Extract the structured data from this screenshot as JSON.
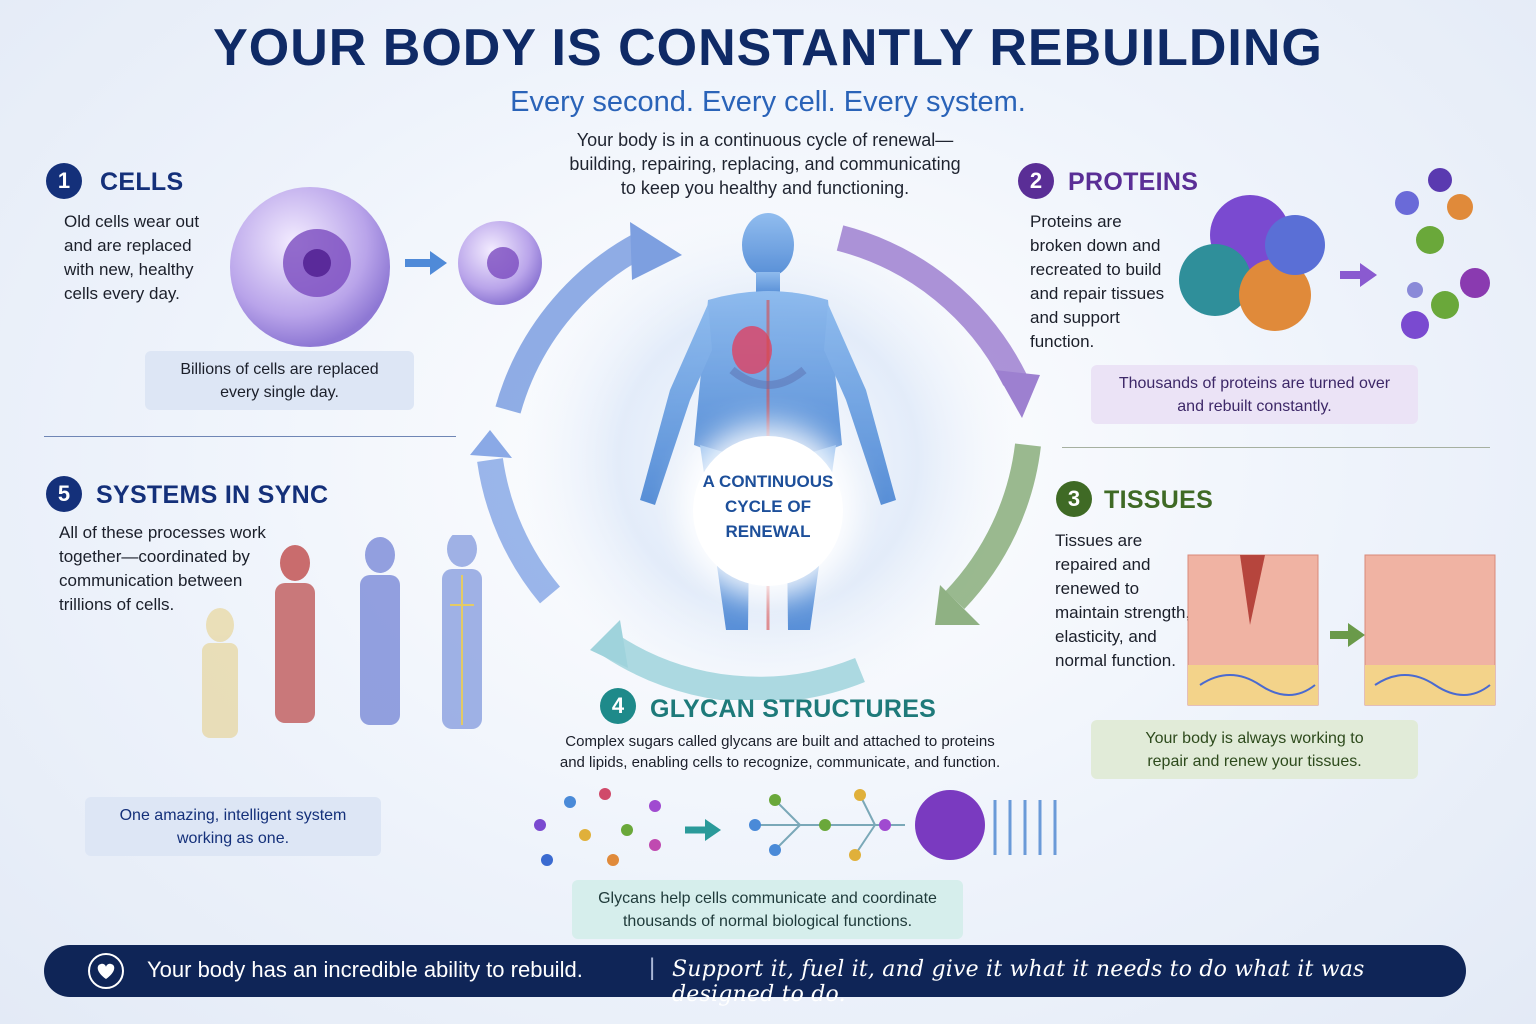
{
  "header": {
    "title": "YOUR BODY IS CONSTANTLY REBUILDING",
    "subtitle": "Every second. Every cell. Every system.",
    "intro": [
      "Your body is in a continuous cycle of renewal—",
      "building, repairing, replacing, and communicating",
      "to keep you healthy and functioning."
    ]
  },
  "center": {
    "lines": [
      "A CONTINUOUS",
      "CYCLE OF",
      "RENEWAL"
    ]
  },
  "sections": {
    "cells": {
      "number": "1",
      "title": "CELLS",
      "text": [
        "Old cells wear out",
        "and are replaced",
        "with new, healthy",
        "cells every day."
      ],
      "note": [
        "Billions of cells are replaced",
        "every single day."
      ]
    },
    "proteins": {
      "number": "2",
      "title": "PROTEINS",
      "text": [
        "Proteins are",
        "broken down and",
        "recreated to build",
        "and repair tissues",
        "and support",
        "function."
      ],
      "note": [
        "Thousands of proteins are turned over",
        "and rebuilt constantly."
      ]
    },
    "tissues": {
      "number": "3",
      "title": "TISSUES",
      "text": [
        "Tissues are",
        "repaired and",
        "renewed to",
        "maintain strength,",
        "elasticity, and",
        "normal function."
      ],
      "note": [
        "Your body is always working to",
        "repair and renew your tissues."
      ]
    },
    "glycans": {
      "number": "4",
      "title": "GLYCAN STRUCTURES",
      "text": [
        "Complex sugars called glycans are built and attached to proteins",
        "and lipids, enabling cells to recognize, communicate, and function."
      ],
      "note": [
        "Glycans help cells communicate and coordinate",
        "thousands of normal biological functions."
      ]
    },
    "systems": {
      "number": "5",
      "title": "SYSTEMS IN SYNC",
      "text": [
        "All of these processes work",
        "together—coordinated by",
        "communication between",
        "trillions of cells."
      ],
      "note": [
        "One amazing, intelligent system",
        "working as one."
      ]
    }
  },
  "footer": {
    "main": "Your body has an incredible ability to rebuild.",
    "separator": "|",
    "tagline": "Support it, fuel it, and give it what it needs to do what it was designed to do."
  },
  "colors": {
    "navy": "#0f2a66",
    "blue": "#2a63b8",
    "purple": "#6a3aa6",
    "green": "#4b7a2c",
    "teal": "#1e8a8a",
    "footer": "#0f2557"
  },
  "icons": [
    "heart-icon",
    "cycle-arrow-icon",
    "cell-icon",
    "protein-icon",
    "tissue-icon",
    "glycan-icon",
    "human-body-icon"
  ]
}
